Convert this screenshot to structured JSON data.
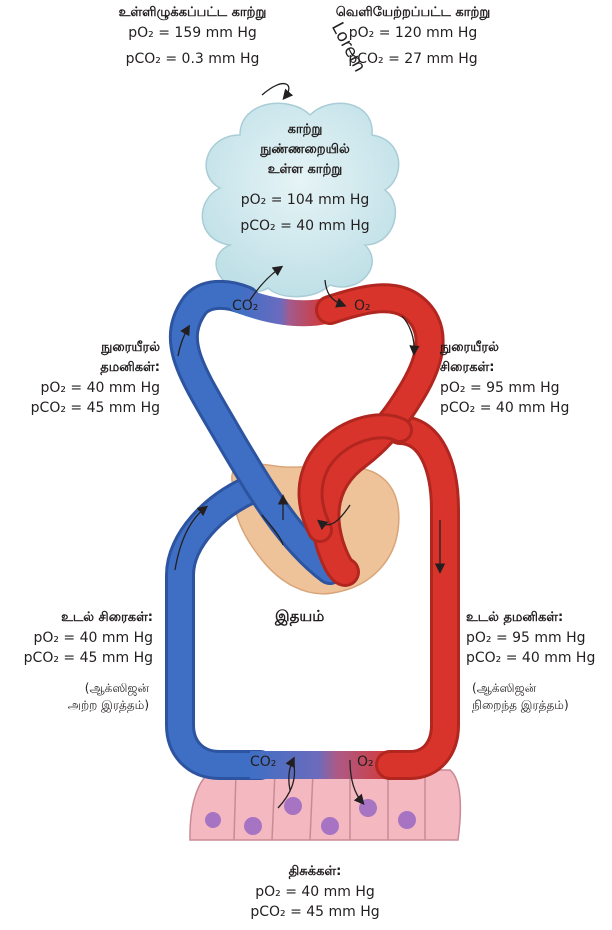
{
  "inhaled": {
    "title": "உள்ளிழுக்கப்பட்ட காற்று",
    "po2": "pO₂   = 159 mm Hg",
    "pco2": "pCO₂ = 0.3 mm Hg"
  },
  "exhaled": {
    "title": "வெளியேற்றப்பட்ட காற்று",
    "po2": "pO₂   = 120 mm Hg",
    "pco2": "pCO₂ = 27 mm Hg"
  },
  "watermark": "Lorem",
  "alveolus": {
    "line1": "காற்று",
    "line2": "நுண்ணறையில்",
    "line3": "உள்ள காற்று",
    "po2": "pO₂   = 104 mm Hg",
    "pco2": "pCO₂ = 40 mm Hg"
  },
  "pulm_artery": {
    "line1": "நுரையீரல்",
    "line2": "தமனிகள்:",
    "po2": "pO₂   = 40 mm Hg",
    "pco2": "pCO₂ = 45 mm Hg"
  },
  "pulm_vein": {
    "line1": "நுரையீரல்",
    "line2": "சிரைகள்:",
    "po2": "pO₂    = 95 mm Hg",
    "pco2": "pCO₂ = 40 mm Hg"
  },
  "heart": {
    "label": "இதயம்"
  },
  "body_vein": {
    "title": "உடல் சிரைகள்:",
    "po2": "pO₂    = 40 mm Hg",
    "pco2": "pCO₂ = 45 mm Hg",
    "note1": "(ஆக்ஸிஜன்",
    "note2": "அற்ற இரத்தம்)"
  },
  "body_artery": {
    "title": "உடல் தமனிகள்:",
    "po2": "pO₂    = 95 mm Hg",
    "pco2": "pCO₂ = 40 mm Hg",
    "note1": "(ஆக்ஸிஜன்",
    "note2": "நிறைந்த இரத்தம்)"
  },
  "tissues": {
    "title": "திசுக்கள்:",
    "po2": "pO₂    = 40 mm Hg",
    "pco2": "pCO₂ = 45 mm Hg"
  },
  "gas": {
    "co2_top": "CO₂",
    "o2_top": "O₂",
    "co2_bottom": "CO₂",
    "o2_bottom": "O₂"
  },
  "colors": {
    "blue": "#3e6fc4",
    "red": "#d9342b",
    "alveolus": "#cde7ec",
    "heart_bg": "#eec39a",
    "cells": "#f4b8c1",
    "nucleus": "#a774c4"
  }
}
